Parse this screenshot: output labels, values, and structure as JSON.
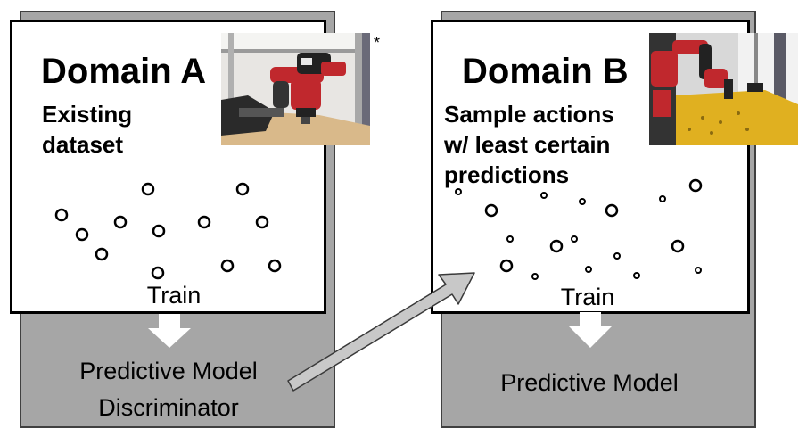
{
  "domain_a": {
    "title": "Domain A",
    "subtitle_lines": [
      "Existing",
      "dataset"
    ],
    "photo_note": "*",
    "train_label": "Train",
    "output_lines": [
      "Predictive Model",
      "Discriminator"
    ]
  },
  "domain_b": {
    "title": "Domain B",
    "subtitle_lines": [
      "Sample actions",
      "w/ least certain",
      "predictions"
    ],
    "train_label": "Train",
    "output_lines": [
      "Predictive Model"
    ]
  },
  "colors": {
    "panel_gray": "#a6a6a6",
    "arrow_gray": "#c8c8c8",
    "robot_red": "#c0282d",
    "table_yellow": "#e0b020"
  }
}
